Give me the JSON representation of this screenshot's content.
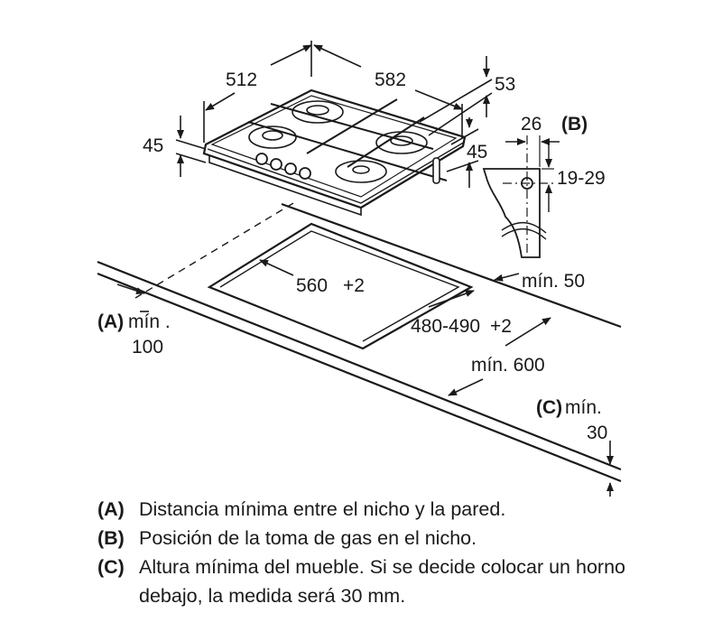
{
  "dimensions": {
    "hob_depth": "512",
    "hob_width": "582",
    "hob_top_offset": "53",
    "hob_height_left": "45",
    "hob_height_right": "45",
    "gas_offset_horizontal": "26",
    "gas_marker_b": "(B)",
    "gas_offset_vertical": "19-29",
    "min_front": "mín. 50",
    "cutout_width": "560",
    "cutout_width_tol": "+2",
    "cutout_depth": "480-490",
    "cutout_depth_tol": "+2",
    "marker_a": "(A)",
    "min_a_label": "mín .",
    "min_a_value": "100",
    "min_depth": "mín. 600",
    "marker_c": "(C)",
    "min_c_label": "mín.",
    "min_c_value": "30"
  },
  "legend": [
    {
      "key": "(A)",
      "text": "Distancia mínima entre el nicho y la pared."
    },
    {
      "key": "(B)",
      "text": "Posición de la toma de gas en el nicho."
    },
    {
      "key": "(C)",
      "text": "Altura mínima del mueble. Si se decide colocar un horno debajo, la medida será 30 mm."
    }
  ]
}
